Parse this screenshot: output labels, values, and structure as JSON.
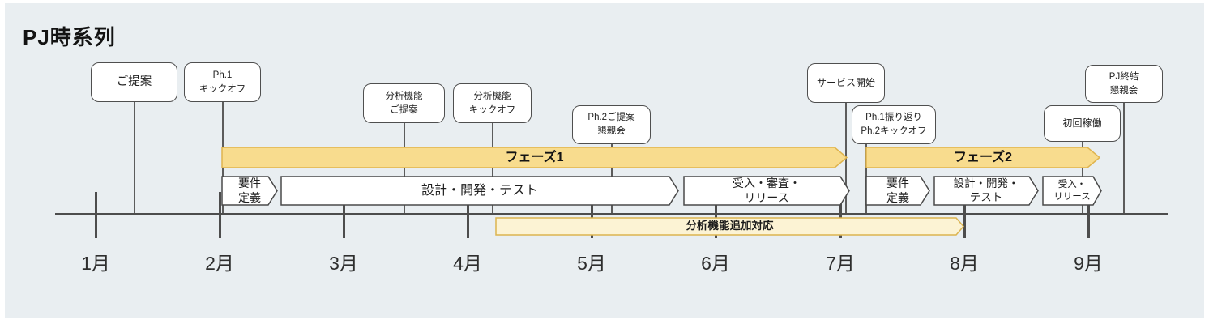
{
  "title": "PJ時系列",
  "colors": {
    "background": "#e9eef1",
    "phase_fill": "#f8dc8e",
    "phase_border": "#dfb44e",
    "band_fill": "#fcf3d4",
    "band_border": "#dcb44f",
    "box_border": "#4f4f4f",
    "axis": "#4d4d4d"
  },
  "months": [
    "1月",
    "2月",
    "3月",
    "4月",
    "5月",
    "6月",
    "7月",
    "8月",
    "9月"
  ],
  "callouts": {
    "proposal": {
      "line1": "ご提案"
    },
    "ph1_kickoff": {
      "line1": "Ph.1",
      "line2": "キックオフ"
    },
    "analysis_proposal": {
      "line1": "分析機能",
      "line2": "ご提案"
    },
    "analysis_kickoff": {
      "line1": "分析機能",
      "line2": "キックオフ"
    },
    "ph2_proposal_party": {
      "line1": "Ph.2ご提案",
      "line2": "懇親会"
    },
    "service_start": {
      "line1": "サービス開始"
    },
    "ph1_retro_ph2_kickoff": {
      "line1": "Ph.1振り返り",
      "line2": "Ph.2キックオフ"
    },
    "first_operation": {
      "line1": "初回稼働"
    },
    "pj_end_party": {
      "line1": "PJ終結",
      "line2": "懇親会"
    }
  },
  "phases": {
    "phase1": "フェーズ1",
    "phase2": "フェーズ2"
  },
  "processes": {
    "p1_requirements": {
      "line1": "要件",
      "line2": "定義"
    },
    "p1_development": {
      "line1": "設計・開発・テスト"
    },
    "p1_release": {
      "line1": "受入・審査・",
      "line2": "リリース"
    },
    "p2_requirements": {
      "line1": "要件",
      "line2": "定義"
    },
    "p2_development": {
      "line1": "設計・開発・",
      "line2": "テスト"
    },
    "p2_release": {
      "line1": "受入・",
      "line2": "リリース"
    }
  },
  "band": {
    "label": "分析機能追加対応"
  }
}
